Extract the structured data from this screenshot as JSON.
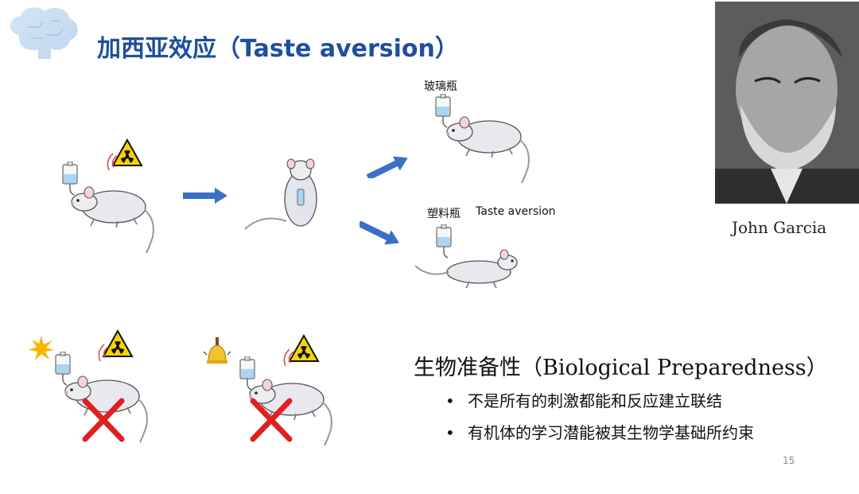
{
  "slide": {
    "title": "加西亚效应（Taste aversion）",
    "label_glass_bottle": "玻璃瓶",
    "label_plastic_bottle": "塑料瓶",
    "label_taste_aversion": "Taste aversion",
    "photo_caption": "John Garcia",
    "preparedness_heading": "生物准备性（Biological Preparedness）",
    "bullets": [
      "不是所有的刺激都能和反应建立联结",
      "有机体的学习潜能被其生物学基础所约束"
    ],
    "bullet_marker": "•",
    "page_number": "15"
  },
  "colors": {
    "title": "#1f4e9c",
    "arrow": "#3a6fc4",
    "cross": "#e02020",
    "radiation_yellow": "#f6d400"
  },
  "icons": [
    "brain-logo-icon",
    "radiation-icon",
    "sun-icon",
    "bell-icon",
    "bottle-icon",
    "rat-icon",
    "arrow-icon",
    "cross-icon"
  ]
}
